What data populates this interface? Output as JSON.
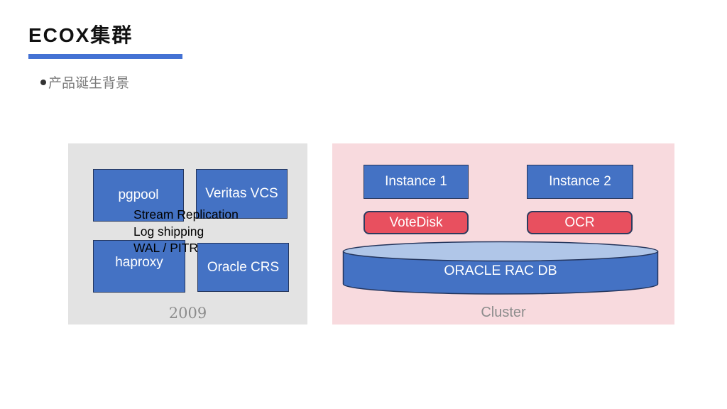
{
  "title": "ECOX集群",
  "bullet": "产品诞生背景",
  "colors": {
    "accent": "#4472d4",
    "box_blue": "#4472c4",
    "box_red": "#e8505f",
    "panel_gray": "#e3e3e3",
    "panel_pink": "#f8dade",
    "cylinder_top": "#b0c6e8",
    "border_dark": "#24355c"
  },
  "left_panel": {
    "box_pgpool": "pgpool",
    "box_veritas": "Veritas VCS",
    "box_haproxy": "haproxy",
    "box_oracle_crs": "Oracle CRS",
    "overlay": [
      "Stream Replication",
      "Log shipping",
      "WAL / PITR"
    ],
    "caption": "2009"
  },
  "right_panel": {
    "instance1": "Instance 1",
    "instance2": "Instance 2",
    "votedisk": "VoteDisk",
    "ocr": "OCR",
    "db": "ORACLE RAC DB",
    "caption": "Cluster"
  }
}
